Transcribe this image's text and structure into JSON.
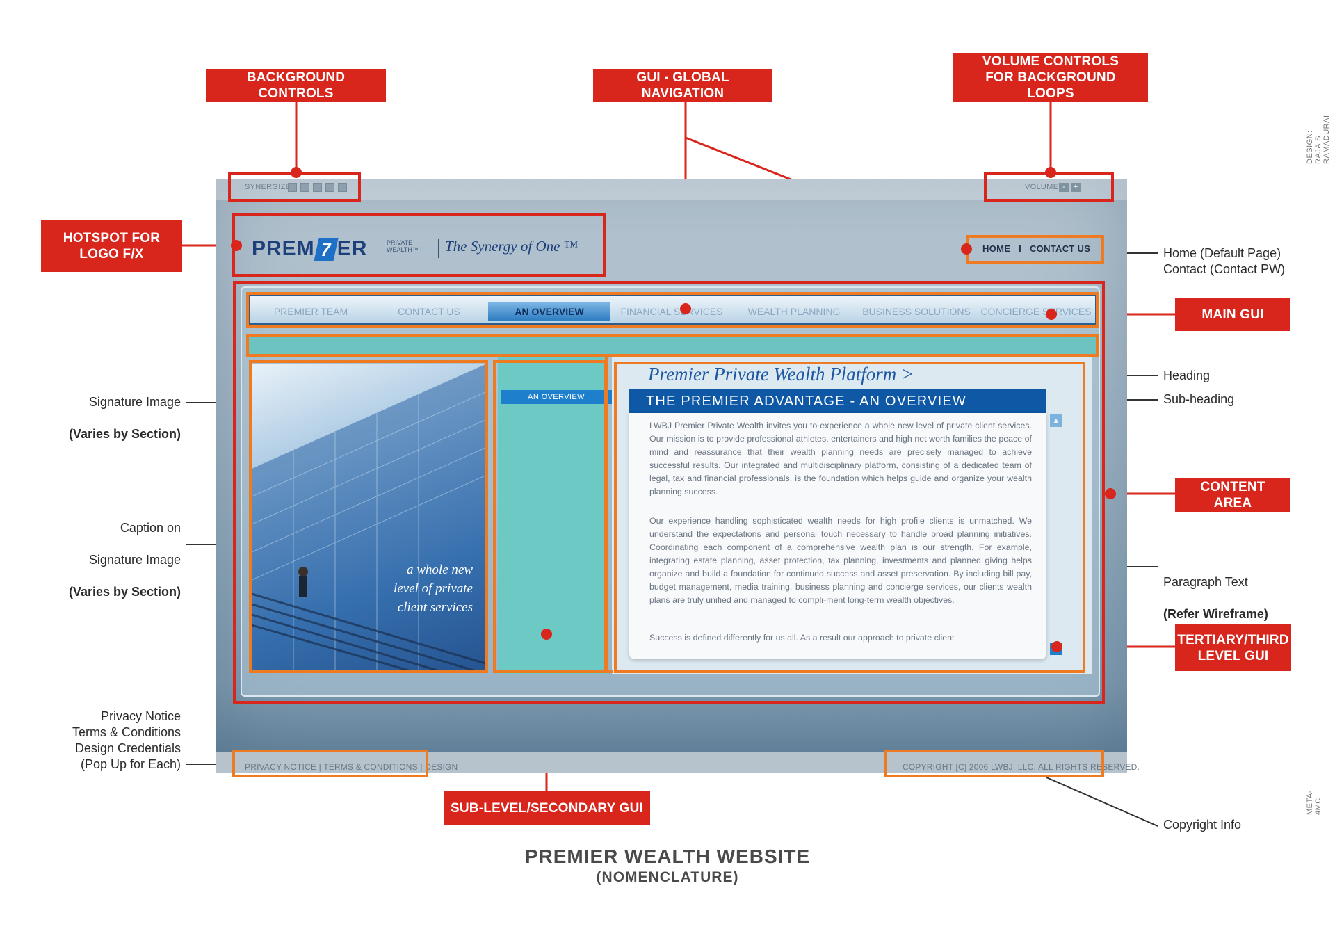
{
  "callouts": {
    "background_controls": "BACKGROUND CONTROLS",
    "gui_global_navigation": "GUI - GLOBAL NAVIGATION",
    "volume_controls": "VOLUME CONTROLS\nFOR BACKGROUND LOOPS",
    "hotspot_logo": "HOTSPOT FOR\nLOGO F/X",
    "main_gui": "MAIN GUI",
    "content_area": "CONTENT AREA",
    "tertiary_gui": "TERTIARY/THIRD\nLEVEL GUI",
    "sub_level_gui": "SUB-LEVEL/SECONDARY GUI"
  },
  "notes": {
    "signature_image": "Signature Image",
    "signature_image_bold": "(Varies by Section)",
    "caption_line1": "Caption on",
    "caption_line2": "Signature Image",
    "caption_bold": "(Varies by Section)",
    "footer_links": "Privacy Notice\nTerms & Conditions\nDesign Credentials\n(Pop Up for Each)",
    "home_contact": "Home (Default Page)\nContact (Contact PW)",
    "heading": "Heading",
    "sub_heading": "Sub-heading",
    "paragraph": "Paragraph Text",
    "paragraph_bold": "(Refer Wireframe)",
    "copyright_info": "Copyright Info"
  },
  "site": {
    "synergize_label": "SYNERGIZE",
    "volume_label": "VOLUME",
    "volume_minus": "-",
    "volume_plus": "+",
    "logo_left": "PREM",
    "logo_mark": "7",
    "logo_right": "ER",
    "logo_private": "PRIVATE",
    "logo_wealth": "WEALTH™",
    "tagline": "The Synergy of One ™",
    "home_link": "HOME",
    "nav_sep": "I",
    "contact_link": "CONTACT US",
    "nav": [
      "PREMIER TEAM",
      "CONTACT US",
      "AN OVERVIEW",
      "FINANCIAL SERVICES",
      "WEALTH PLANNING",
      "BUSINESS SOLUTIONS",
      "CONCIERGE SERVICES"
    ],
    "caption_lines": [
      "a whole new",
      "level of private",
      "client services"
    ],
    "sub_nav_item": "AN OVERVIEW",
    "sub_nav_arrow": "▸",
    "heading": "Premier Private Wealth Platform >",
    "subheading": "THE PREMIER ADVANTAGE - AN OVERVIEW",
    "paragraph1": "LWBJ Premier Private Wealth invites you to experience a whole new level of private client services. Our mission is to provide professional athletes, entertainers and high net worth families the peace of mind and reassurance that their wealth planning needs are precisely managed to achieve successful results. Our integrated and multidisciplinary platform, consisting of a dedicated team of legal, tax and financial professionals, is the foundation which helps guide and organize your wealth planning success.",
    "paragraph2": "Our experience handling sophisticated wealth needs for high profile clients is unmatched. We understand the expectations and personal touch necessary to handle broad planning initiatives. Coordinating each component of a comprehensive wealth plan is our strength. For example, integrating estate planning, asset protection, tax planning, investments and planned giving helps organize and build a foundation for continued success and asset preservation. By including bill pay, budget management, media training, business planning and concierge services, our clients wealth plans are truly unified and managed to compli-ment long-term wealth objectives.",
    "paragraph3": "Success is defined differently for us all. As a result our approach to private client",
    "scroll_up": "▲",
    "scroll_down": "▼",
    "footer_links": "PRIVACY NOTICE  |  TERMS & CONDITIONS  |  DESIGN",
    "copyright": "COPYRIGHT  [C] 2006 LWBJ, LLC.  ALL RIGHTS RESERVED."
  },
  "title": "PREMIER WEALTH WEBSITE",
  "subtitle": "(NOMENCLATURE)",
  "credit_design": "DESIGN: RAJA S RAMADURAI",
  "credit_meta": "META-4MC",
  "colors": {
    "callout_red": "#d9261c",
    "outline_orange": "#ee7b22",
    "nav_blue": "#0e58a5",
    "teal": "#6cc9c4"
  }
}
